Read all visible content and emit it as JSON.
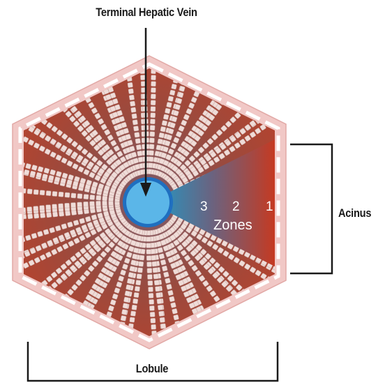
{
  "labels": {
    "vein": "Terminal Hepatic Vein",
    "acinus": "Acinus",
    "lobule": "Lobule"
  },
  "zones": {
    "numbers": [
      "3",
      "2",
      "1"
    ],
    "word": "Zones"
  },
  "colors": {
    "sinusoid_red": "#b5432e",
    "vein_blue": "#5bb6e8",
    "zone_gradient": [
      "#1e9bc9",
      "#6a6380",
      "#c53a22"
    ],
    "hepatocyte": "#efdcd8",
    "portal_tract": "#f1c8c6",
    "line": "#1a1a1a"
  }
}
